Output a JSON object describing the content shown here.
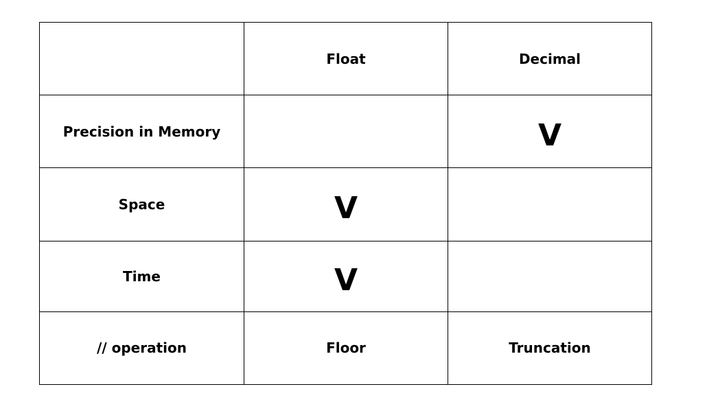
{
  "table": {
    "header": [
      "",
      "Float",
      "Decimal"
    ],
    "rows": [
      {
        "label": "Precision in Memory",
        "cells": [
          "",
          "V"
        ]
      },
      {
        "label": "Space",
        "cells": [
          "V",
          ""
        ]
      },
      {
        "label": "Time",
        "cells": [
          "V",
          ""
        ]
      },
      {
        "label": "// operation",
        "cells": [
          "Floor",
          "Truncation"
        ]
      }
    ]
  }
}
